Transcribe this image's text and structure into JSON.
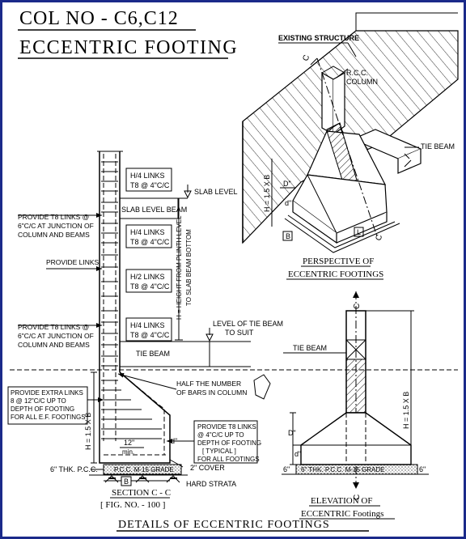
{
  "header": {
    "title_line1": "COL NO  -  C6,C12",
    "title_line2": "ECCENTRIC  FOOTING"
  },
  "section": {
    "links_box_1": [
      "H/4  LINKS",
      "T8  @  4\"C/C"
    ],
    "links_box_2": [
      "H/4  LINKS",
      "T8  @  4\"C/C"
    ],
    "links_box_3": [
      "H/2  LINKS",
      "T8  @  4\"C/C"
    ],
    "links_box_4": [
      "H/4  LINKS",
      "T8  @  4\"C/C"
    ],
    "slab_level": "SLAB  LEVEL",
    "slab_level_beam": "SLAB LEVEL BEAM",
    "height_note": [
      "H = HEIGHT FROM PLINTH LEVEL",
      "TO SLAB BEAM BOTTOM"
    ],
    "provide_links_top": [
      "PROVIDE T8  LINKS @",
      "6\"C/C AT JUNCTION OF",
      "COLUMN AND BEAMS"
    ],
    "provide_links": "PROVIDE LINKS",
    "provide_links_bottom": [
      "PROVIDE T8  LINKS @",
      "6\"C/C AT JUNCTION OF",
      "COLUMN AND BEAMS"
    ],
    "level_tie_beam": [
      "LEVEL OF TIE BEAM",
      "TO SUIT"
    ],
    "tie_beam": "TIE BEAM",
    "half_bars": [
      "HALF THE NUMBER",
      "OF BARS IN COLUMN"
    ],
    "extra_links": [
      "PROVIDE EXTRA LINKS",
      "8 @ 12\"C/C UP TO",
      "DEPTH OF FOOTING",
      "FOR ALL E.F. FOOTINGS"
    ],
    "provide_t8_links": [
      "PROVIDE T8 LINKS",
      "@ 4\"C/C UP TO",
      "DEPTH OF FOOTING",
      "[ TYPICAL ]",
      "FOR ALL FOOTINGS"
    ],
    "h_label": "H = 1.5 X B",
    "min12": [
      "12\"",
      "min."
    ],
    "d_label": "d\"",
    "pcc_left": "6\" THK. P.C.C.",
    "pcc_grade": "P.C.C.  M-15  GRADE",
    "cover": "2\" COVER",
    "hard_strata": "HARD STRATA",
    "b_label": "B",
    "caption": "SECTION  C - C",
    "fig": "[  FIG.  NO.  -  100  ]"
  },
  "perspective": {
    "existing_structure": "EXISTING STRUCTURE",
    "rcc_column": [
      "R.C.C.",
      "COLUMN"
    ],
    "tie_beam": "TIE BEAM",
    "h_label": "H = 1.5 X B",
    "d_label": "D\"",
    "d_small": "d\"",
    "b_label": "B",
    "l_label": "L",
    "c_label": "C",
    "caption": [
      "PERSPECTIVE  OF",
      "ECCENTRIC  FOOTINGS"
    ]
  },
  "elevation": {
    "c_label": "C",
    "tie_beam": "TIE BEAM",
    "h_label": "H = 1.5 X B",
    "d_big": "D\"",
    "d_small": "d\"",
    "pcc_left": "6\"",
    "pcc_text": "6\" THK. P.C.C. M-15 GRADE",
    "pcc_right": "6\"",
    "caption": [
      "ELEVATION  OF",
      "ECCENTRIC  Footings"
    ]
  },
  "footer": {
    "title": "DETAILS  OF  ECCENTRIC  FOOTINGS"
  }
}
